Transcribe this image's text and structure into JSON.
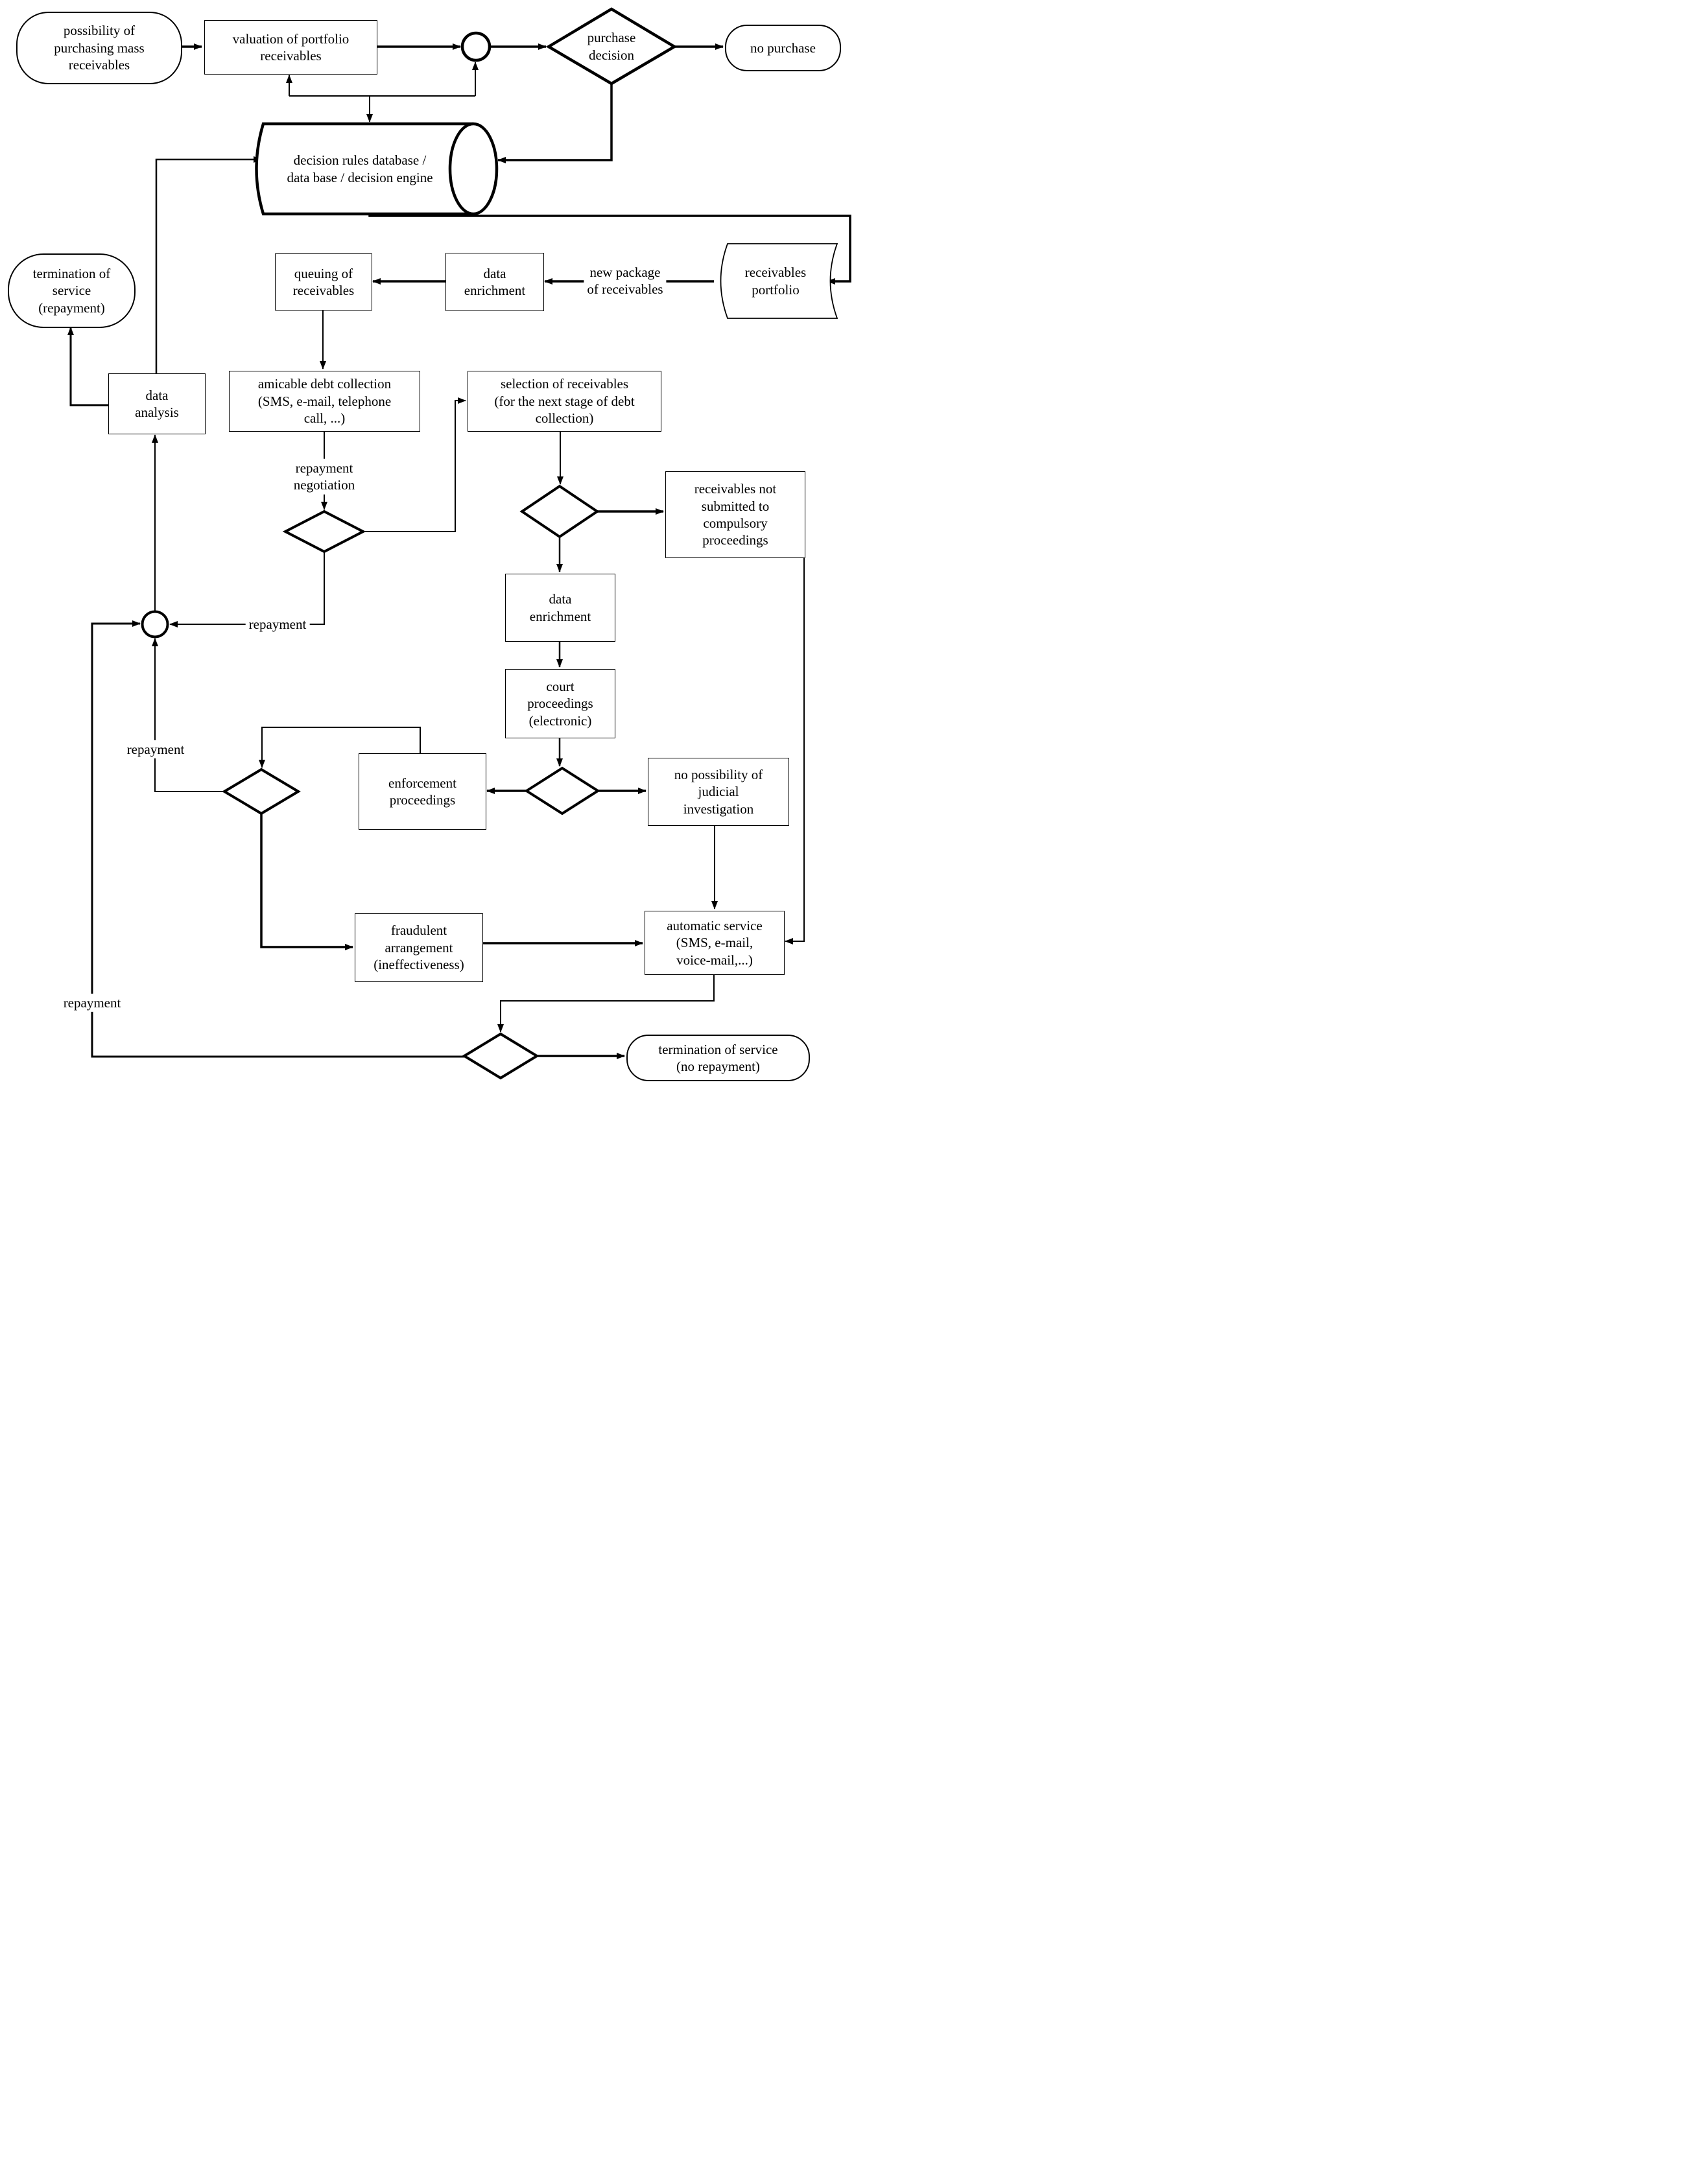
{
  "colors": {
    "ink": "#000000",
    "paper": "#ffffff"
  },
  "nodes": {
    "start": {
      "label": "possibility of\npurchasing mass\nreceivables",
      "shape": "terminator"
    },
    "valuation": {
      "label": "valuation of portfolio\nreceivables",
      "shape": "process"
    },
    "purchase_decision": {
      "label": "purchase\ndecision",
      "shape": "decision"
    },
    "no_purchase": {
      "label": "no purchase",
      "shape": "terminator"
    },
    "database": {
      "label": "decision rules database /\ndata base / decision engine",
      "shape": "database-cylinder"
    },
    "queuing": {
      "label": "queuing of\nreceivables",
      "shape": "process"
    },
    "enrichment1": {
      "label": "data\nenrichment",
      "shape": "process"
    },
    "portfolio": {
      "label": "receivables\nportfolio",
      "shape": "stored-data"
    },
    "termination_repayment": {
      "label": "termination of\nservice\n(repayment)",
      "shape": "terminator"
    },
    "data_analysis": {
      "label": "data\nanalysis",
      "shape": "process"
    },
    "amicable": {
      "label": "amicable debt collection\n(SMS, e-mail, telephone\ncall, ...)",
      "shape": "process"
    },
    "selection": {
      "label": "selection of receivables\n(for the next stage of debt\ncollection)",
      "shape": "process"
    },
    "not_submitted": {
      "label": "receivables not\nsubmitted to\ncompulsory\nproceedings",
      "shape": "process"
    },
    "enrichment2": {
      "label": "data\nenrichment",
      "shape": "process"
    },
    "court": {
      "label": "court\nproceedings\n(electronic)",
      "shape": "process"
    },
    "enforcement": {
      "label": "enforcement\nproceedings",
      "shape": "process"
    },
    "no_possibility": {
      "label": "no possibility of\njudicial\ninvestigation",
      "shape": "process"
    },
    "fraudulent": {
      "label": "fraudulent\narrangement\n(ineffectiveness)",
      "shape": "process"
    },
    "automatic": {
      "label": "automatic service\n(SMS, e-mail,\nvoice-mail,...)",
      "shape": "process"
    },
    "termination_no_repayment": {
      "label": "termination of service\n(no repayment)",
      "shape": "terminator"
    }
  },
  "edge_labels": {
    "new_package": "new package\nof receivables",
    "repayment_negotiation": "repayment\nnegotiation",
    "repayment_mid": "repayment",
    "repayment_left": "repayment",
    "repayment_bottom": "repayment"
  }
}
